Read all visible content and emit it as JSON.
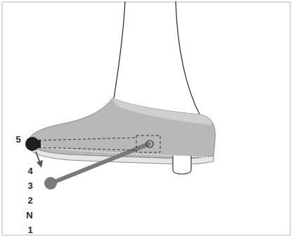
{
  "diagram": {
    "labels": [
      "5",
      "4",
      "3",
      "2",
      "N",
      "1"
    ]
  }
}
